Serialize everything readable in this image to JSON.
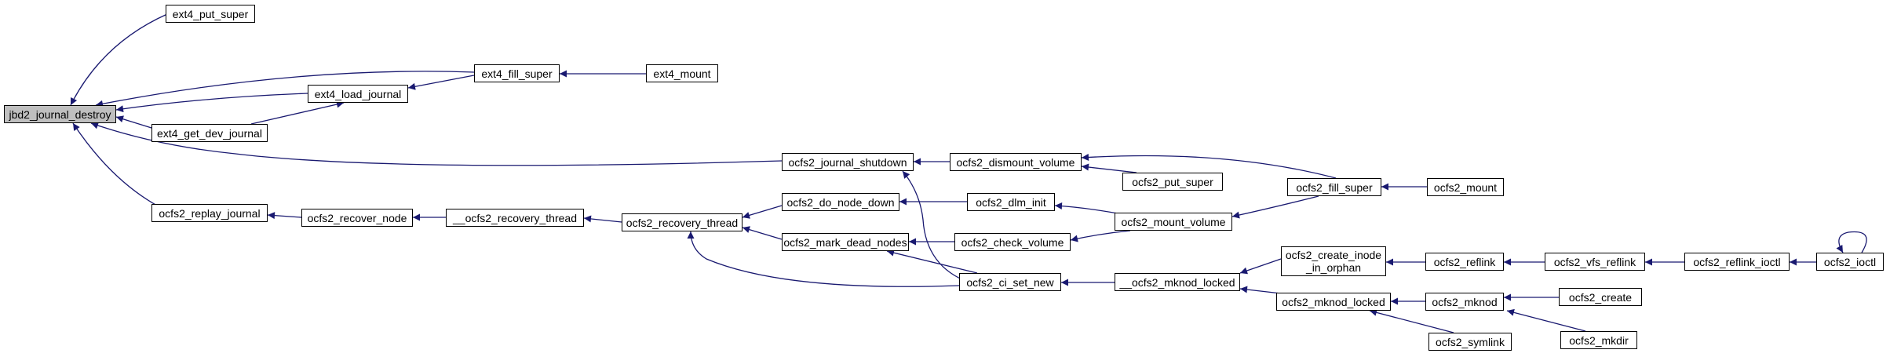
{
  "graph": {
    "edge_color": "#191970",
    "root_fill": "#bfbfbf",
    "nodes": {
      "root": "jbd2_journal_destroy",
      "ext4_put_super": "ext4_put_super",
      "ext4_fill_super": "ext4_fill_super",
      "ext4_mount": "ext4_mount",
      "ext4_load_journal": "ext4_load_journal",
      "ext4_get_dev_journal": "ext4_get_dev_journal",
      "ocfs2_journal_shutdown": "ocfs2_journal_shutdown",
      "ocfs2_dismount_volume": "ocfs2_dismount_volume",
      "ocfs2_put_super": "ocfs2_put_super",
      "ocfs2_fill_super": "ocfs2_fill_super",
      "ocfs2_mount": "ocfs2_mount",
      "ocfs2_replay_journal": "ocfs2_replay_journal",
      "ocfs2_recover_node": "ocfs2_recover_node",
      "ocfs2_recovery_thread_inner": "__ocfs2_recovery_thread",
      "ocfs2_recovery_thread": "ocfs2_recovery_thread",
      "ocfs2_do_node_down": "ocfs2_do_node_down",
      "ocfs2_dlm_init": "ocfs2_dlm_init",
      "ocfs2_mount_volume": "ocfs2_mount_volume",
      "ocfs2_mark_dead_nodes": "ocfs2_mark_dead_nodes",
      "ocfs2_check_volume": "ocfs2_check_volume",
      "ocfs2_ci_set_new": "ocfs2_ci_set_new",
      "ocfs2_mknod_locked_inner": "__ocfs2_mknod_locked",
      "ocfs2_create_inode_in_orphan_1": "ocfs2_create_inode",
      "ocfs2_create_inode_in_orphan_2": "_in_orphan",
      "ocfs2_reflink": "ocfs2_reflink",
      "ocfs2_vfs_reflink": "ocfs2_vfs_reflink",
      "ocfs2_reflink_ioctl": "ocfs2_reflink_ioctl",
      "ocfs2_ioctl": "ocfs2_ioctl",
      "ocfs2_mknod_locked": "ocfs2_mknod_locked",
      "ocfs2_mknod": "ocfs2_mknod",
      "ocfs2_create": "ocfs2_create",
      "ocfs2_mkdir": "ocfs2_mkdir",
      "ocfs2_symlink": "ocfs2_symlink"
    }
  }
}
